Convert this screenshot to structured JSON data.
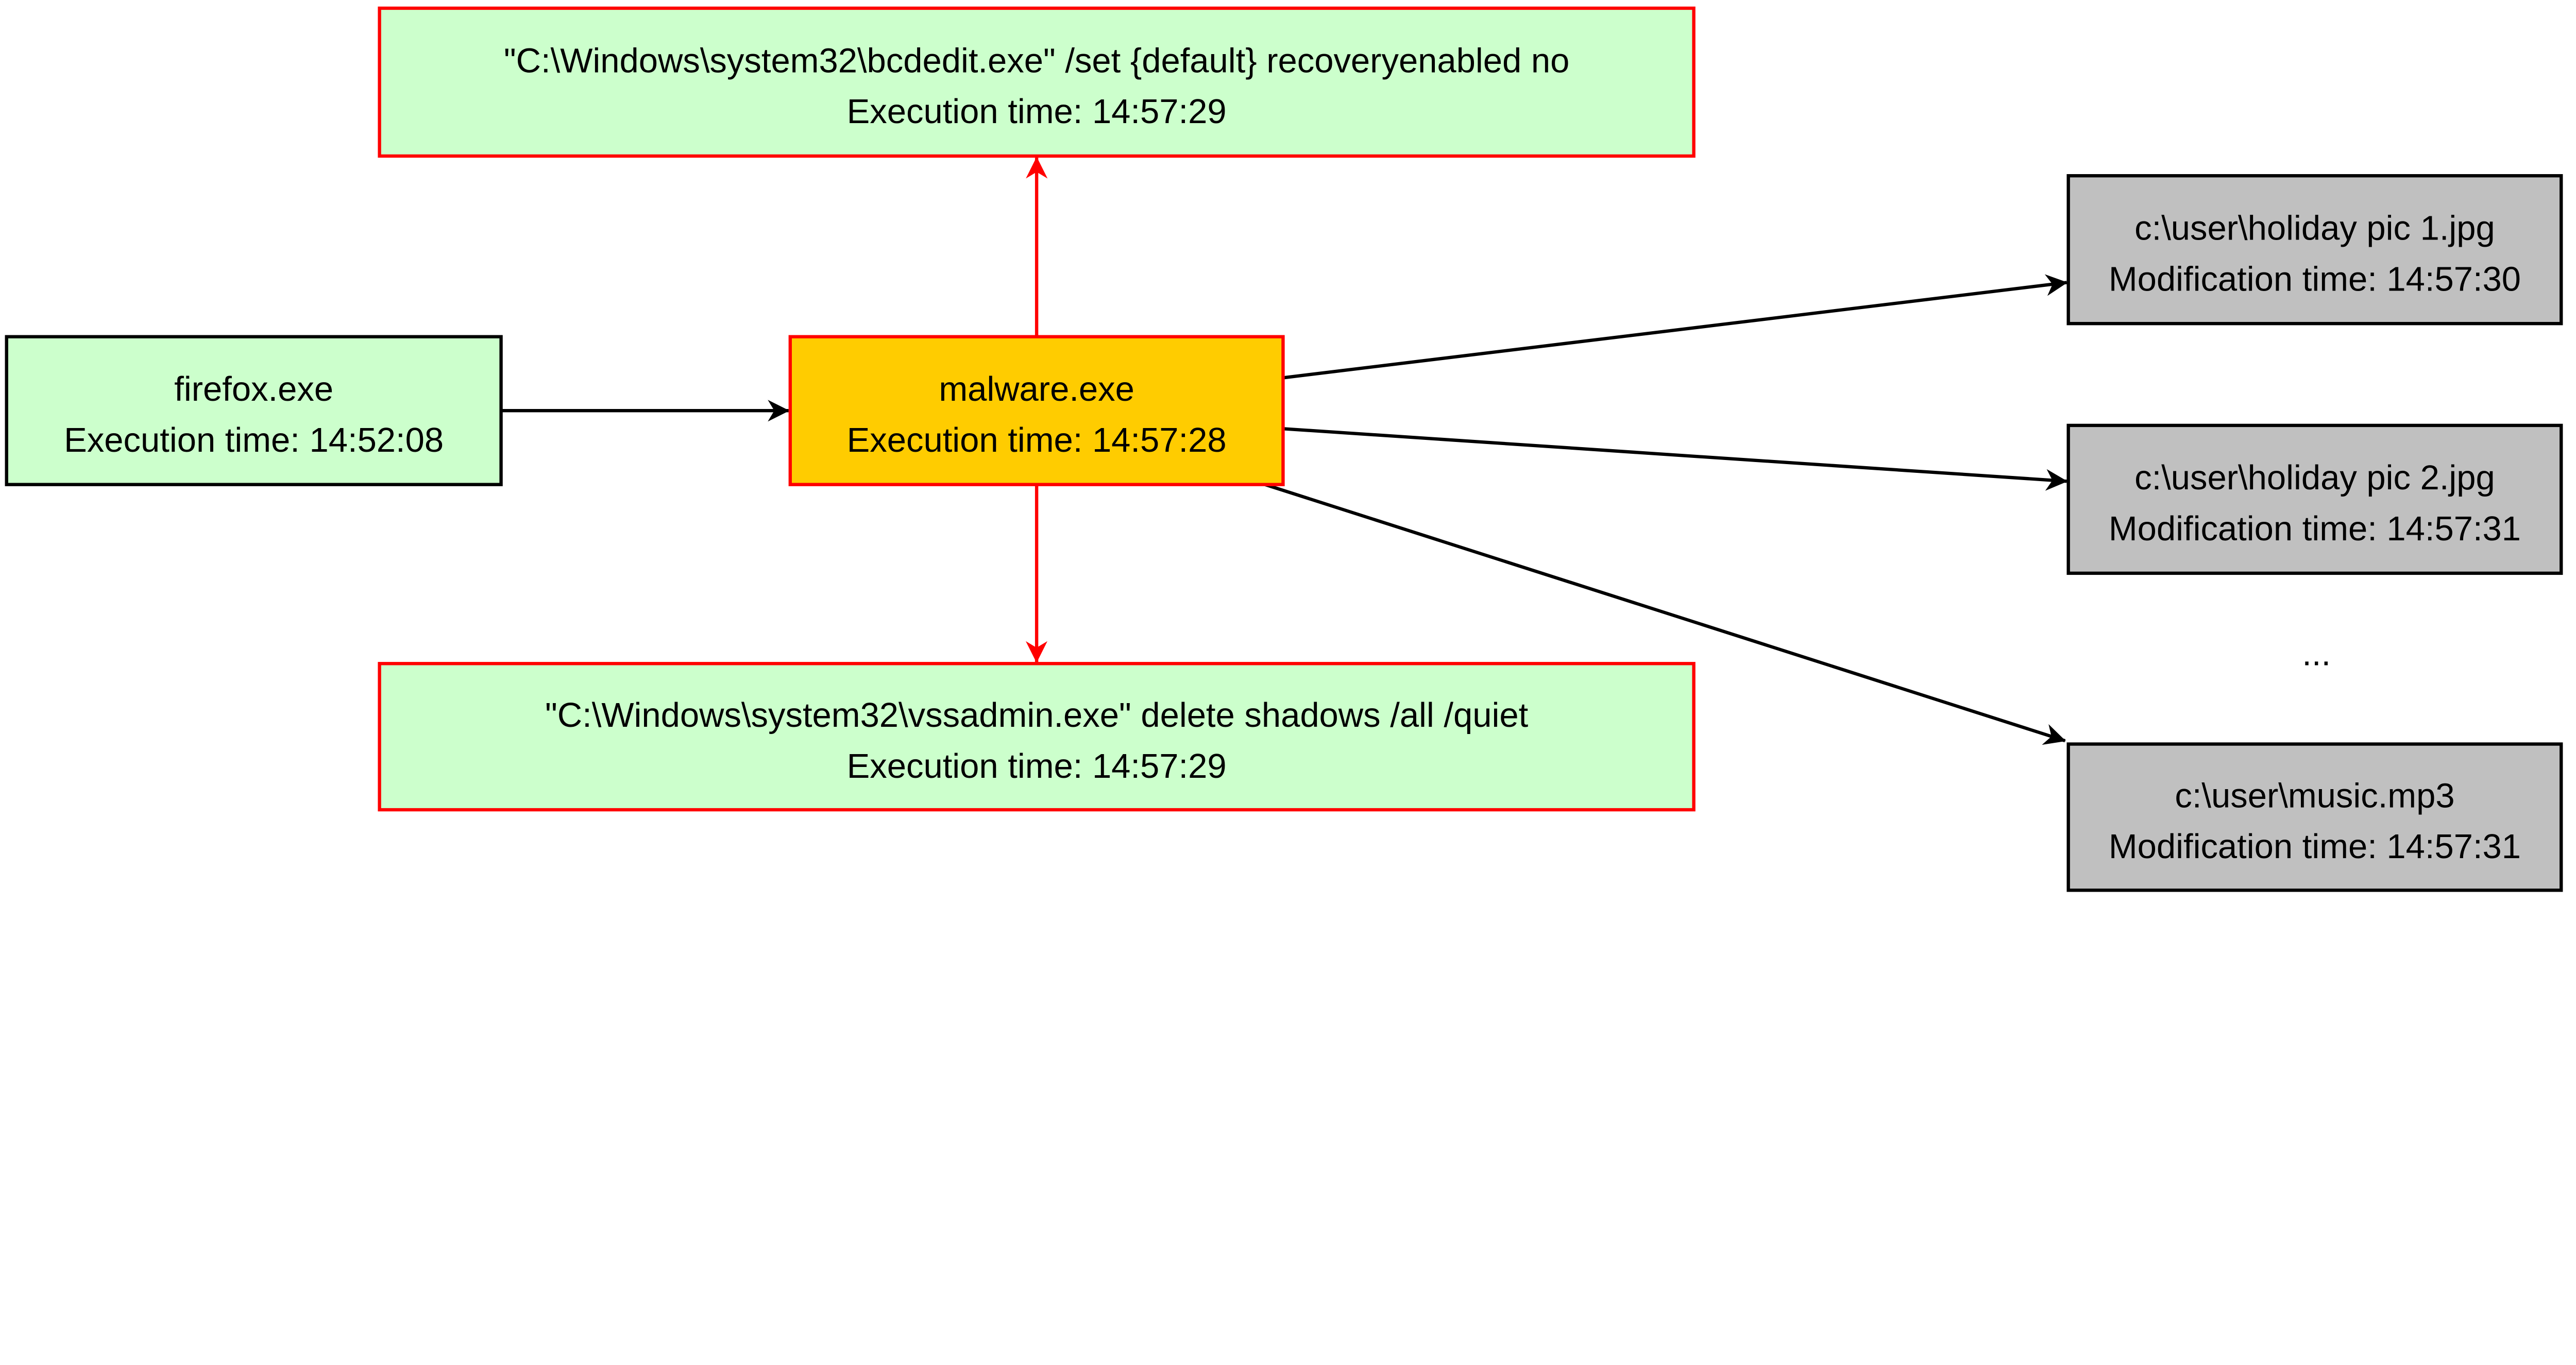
{
  "colors": {
    "process_fill": "#CCFFCC",
    "malware_fill": "#FFCC00",
    "file_fill": "#C0C0C0",
    "highlight_stroke": "#FF0000",
    "default_stroke": "#000000"
  },
  "nodes": {
    "firefox": {
      "line1": "firefox.exe",
      "line2": "Execution time: 14:52:08"
    },
    "malware": {
      "line1": "malware.exe",
      "line2": "Execution time: 14:57:28"
    },
    "bcdedit": {
      "line1": "\"C:\\Windows\\system32\\bcdedit.exe\"  /set {default} recoveryenabled no",
      "line2": "Execution time: 14:57:29"
    },
    "vssadmin": {
      "line1": "\"C:\\Windows\\system32\\vssadmin.exe\"  delete shadows /all /quiet",
      "line2": "Execution time: 14:57:29"
    },
    "pic1": {
      "line1": "c:\\user\\holiday pic 1.jpg",
      "line2": "Modification time: 14:57:30"
    },
    "pic2": {
      "line1": "c:\\user\\holiday pic 2.jpg",
      "line2": "Modification time: 14:57:31"
    },
    "music": {
      "line1": "c:\\user\\music.mp3",
      "line2": "Modification time: 14:57:31"
    }
  },
  "ellipsis": "...",
  "edges": [
    {
      "from": "firefox",
      "to": "malware",
      "color": "#000000"
    },
    {
      "from": "malware",
      "to": "bcdedit",
      "color": "#FF0000"
    },
    {
      "from": "malware",
      "to": "vssadmin",
      "color": "#FF0000"
    },
    {
      "from": "malware",
      "to": "pic1",
      "color": "#000000"
    },
    {
      "from": "malware",
      "to": "pic2",
      "color": "#000000"
    },
    {
      "from": "malware",
      "to": "music",
      "color": "#000000"
    }
  ]
}
